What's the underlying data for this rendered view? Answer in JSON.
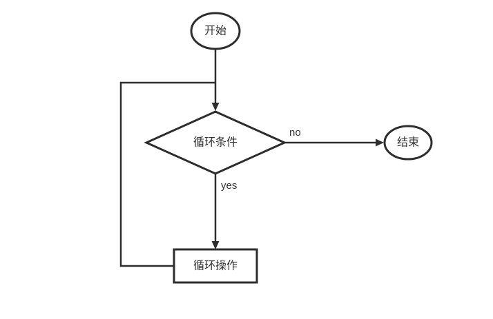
{
  "diagram_type": "flowchart",
  "colors": {
    "background": "#ffffff",
    "stroke": "#2d2d2d",
    "text": "#333333",
    "node_fill": "#ffffff"
  },
  "nodes": {
    "start": {
      "label": "开始",
      "shape": "ellipse"
    },
    "condition": {
      "label": "循环条件",
      "shape": "diamond"
    },
    "end": {
      "label": "结束",
      "shape": "ellipse"
    },
    "loop_body": {
      "label": "循环操作",
      "shape": "rectangle"
    }
  },
  "edges": {
    "start_to_condition": {
      "from": "start",
      "to": "condition"
    },
    "condition_to_end": {
      "from": "condition",
      "to": "end",
      "label": "no"
    },
    "condition_to_loop_body": {
      "from": "condition",
      "to": "loop_body",
      "label": "yes"
    },
    "loop_body_to_condition": {
      "from": "loop_body",
      "to": "condition"
    }
  }
}
